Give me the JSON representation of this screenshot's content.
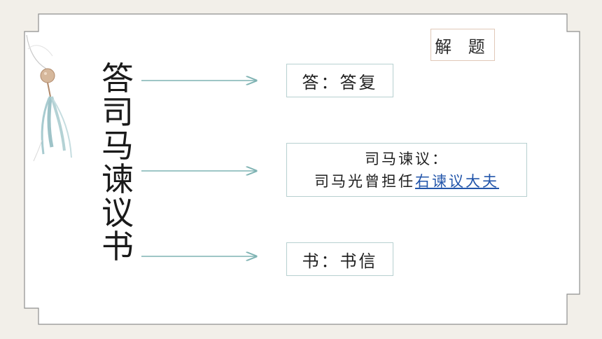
{
  "badge": {
    "label": "解 题"
  },
  "title": {
    "chars": [
      "答",
      "司",
      "马",
      "谏",
      "议",
      "书"
    ]
  },
  "boxes": {
    "box1": {
      "text": "答：答复"
    },
    "box2": {
      "line1": "司马谏议：",
      "line2_prefix": "司马光曾担任",
      "line2_link": "右谏议大夫"
    },
    "box3": {
      "text": "书：书信"
    }
  },
  "colors": {
    "background": "#f2efe9",
    "arrow": "#7fb3b3",
    "link": "#2255aa"
  },
  "icons": {
    "tassel": "tassel-ornament-icon"
  }
}
